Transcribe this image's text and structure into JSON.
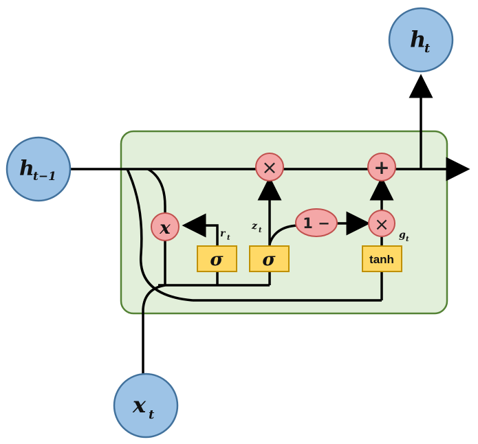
{
  "nodes": {
    "h_prev": {
      "base": "h",
      "sub": "t−1"
    },
    "h_out": {
      "base": "h",
      "sub": "t"
    },
    "x_in": {
      "base": "x",
      "sub": "t"
    }
  },
  "operators": {
    "reset_multiply": "x",
    "update_multiply": "×",
    "one_minus": "1 −",
    "candidate_multiply": "×",
    "add": "+"
  },
  "gates": {
    "reset_gate": "σ",
    "update_gate": "σ",
    "candidate": "tanh"
  },
  "signal_labels": {
    "r": {
      "base": "r",
      "sub": "t"
    },
    "z": {
      "base": "z",
      "sub": "t"
    },
    "g": {
      "base": "g",
      "sub": "t"
    }
  },
  "colors": {
    "node_fill": "#9dc3e6",
    "node_stroke": "#41719c",
    "cell_fill": "#e2efda",
    "cell_stroke": "#548235",
    "op_fill": "#f4a7a7",
    "op_stroke": "#c0504d",
    "gate_fill": "#ffd966",
    "gate_stroke": "#bf9000"
  }
}
